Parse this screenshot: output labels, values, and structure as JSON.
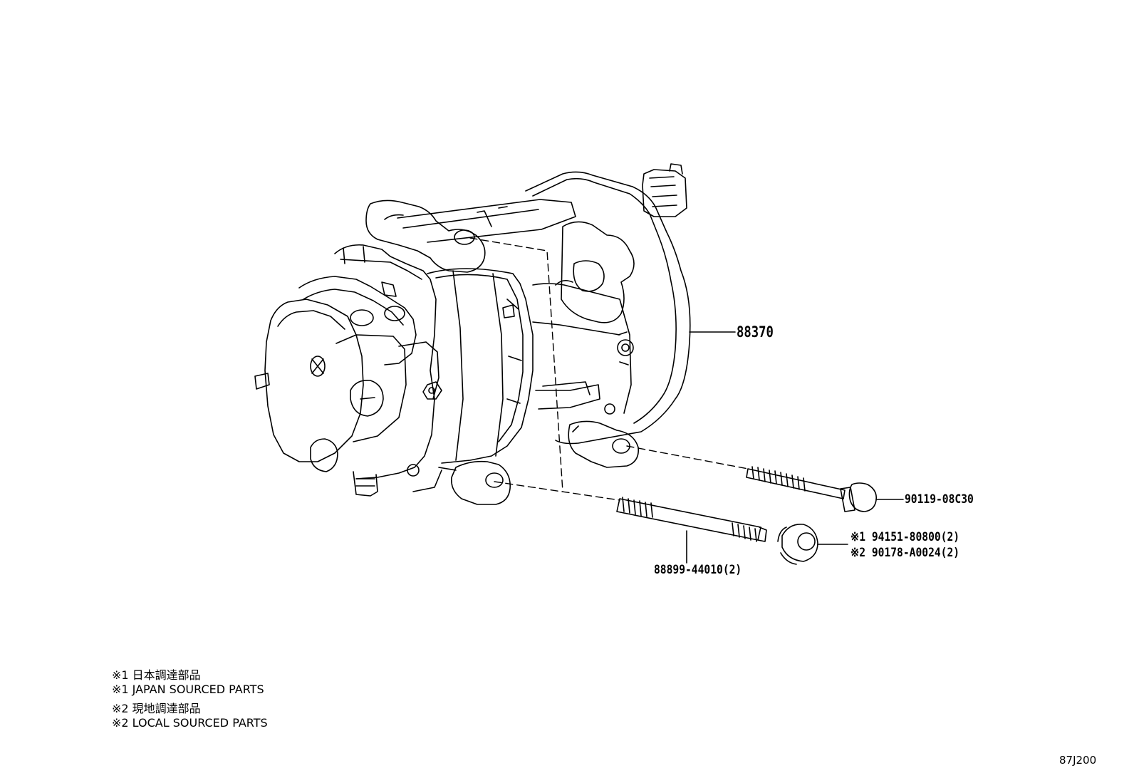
{
  "diagram": {
    "callouts": {
      "compressor": "88370",
      "long_bolt": "90119-08C30",
      "stud_bolt": "88899-44010(2)",
      "nut_japan": "※1 94151-80800(2)",
      "nut_local": "※2 90178-A0024(2)"
    },
    "parts": {
      "compressor_icon": "compressor-assembly",
      "bolt_icon": "flange-bolt",
      "stud_icon": "stud-bolt",
      "nut_icon": "flange-nut"
    },
    "notes": [
      "※1 日本調達部品",
      "※1 JAPAN SOURCED PARTS",
      "※2 現地調達部品",
      "※2 LOCAL SOURCED PARTS"
    ],
    "diagram_id": "87J200"
  }
}
